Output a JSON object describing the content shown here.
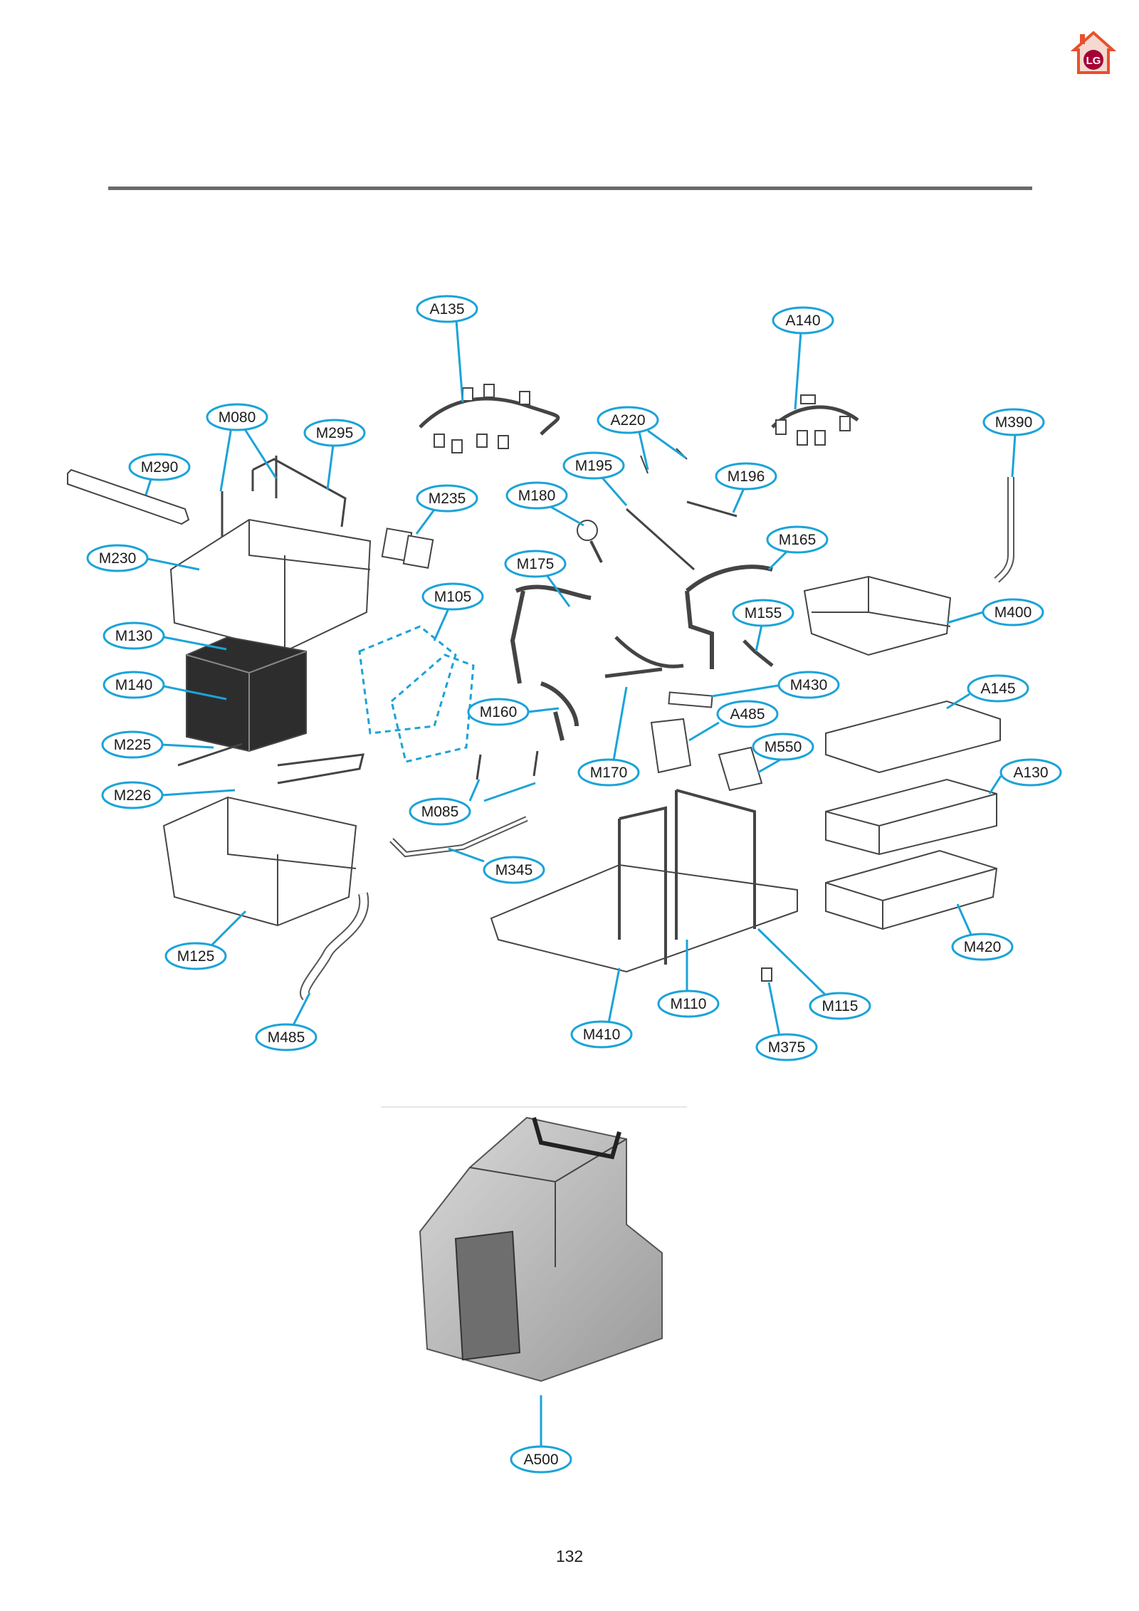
{
  "logo": {
    "name": "LG",
    "brand_color": "#a50034",
    "house_color": "#e8502c"
  },
  "page_number": "132",
  "accent_color": "#1ba3d8",
  "callouts": [
    "A135",
    "A140",
    "M080",
    "M295",
    "A220",
    "M390",
    "M290",
    "M195",
    "M196",
    "M235",
    "M180",
    "M165",
    "M230",
    "M175",
    "M105",
    "M155",
    "M400",
    "M130",
    "M430",
    "A145",
    "M140",
    "M160",
    "A485",
    "M550",
    "M225",
    "M170",
    "A130",
    "M226",
    "M085",
    "M345",
    "M420",
    "M125",
    "M110",
    "M115",
    "M410",
    "M485",
    "M375",
    "A500"
  ],
  "inset_image": "assembled-unit-photo"
}
